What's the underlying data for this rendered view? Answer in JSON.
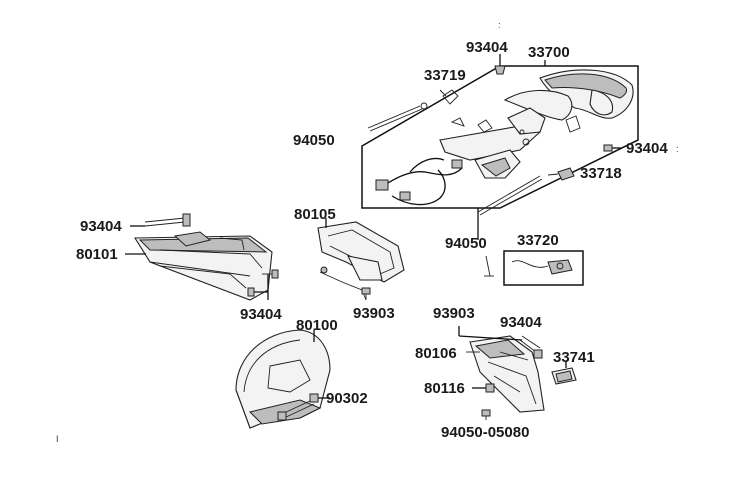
{
  "labels": {
    "p93404_top": "93404",
    "p33700": "33700",
    "p33719": "33719",
    "p94050_a": "94050",
    "p93404_right": "93404",
    "p33718": "33718",
    "p80105": "80105",
    "p94050_b": "94050",
    "p33720": "33720",
    "p93404_left": "93404",
    "p80101": "80101",
    "p93404_mid": "93404",
    "p93903_a": "93903",
    "p80100": "80100",
    "p93903_b": "93903",
    "p93404_lower": "93404",
    "p80106": "80106",
    "p33741": "33741",
    "p80116": "80116",
    "p90302": "90302",
    "p94050_05080": "94050-05080"
  },
  "marks": {
    "colon_top": ":",
    "colon_right": ":",
    "page_mark": "I"
  },
  "colors": {
    "line": "#111111",
    "part_fill": "#f3f3f3",
    "part_shade": "#bdbdbd"
  }
}
